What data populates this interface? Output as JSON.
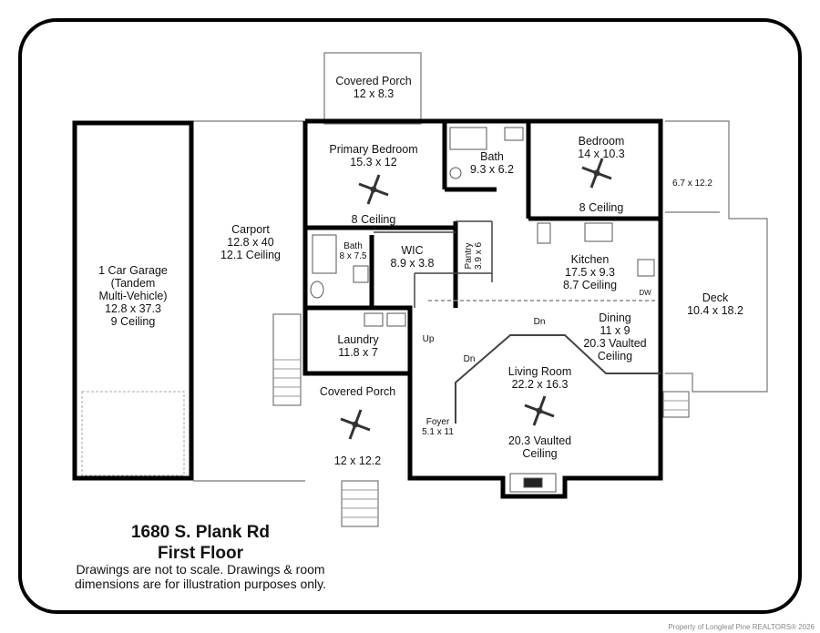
{
  "rooms": {
    "covered_porch_top": {
      "name": "Covered Porch",
      "dims": "12 x 8.3"
    },
    "primary_bedroom": {
      "name": "Primary Bedroom",
      "dims": "15.3 x 12",
      "ceiling": "8 Ceiling"
    },
    "bath_top": {
      "name": "Bath",
      "dims": "9.3 x 6.2"
    },
    "bedroom": {
      "name": "Bedroom",
      "dims": "14 x 10.3",
      "ceiling": "8 Ceiling"
    },
    "small_deck": {
      "dims": "6.7 x 12.2"
    },
    "carport": {
      "name": "Carport",
      "dims": "12.8 x 40",
      "ceiling": "12.1 Ceiling"
    },
    "garage": {
      "line1": "1 Car Garage",
      "line2": "(Tandem",
      "line3": "Multi-Vehicle)",
      "dims": "12.8 x 37.3",
      "ceiling": "9 Ceiling"
    },
    "bath_small": {
      "name": "Bath",
      "dims": "8 x 7.5"
    },
    "wic": {
      "name": "WIC",
      "dims": "8.9 x 3.8"
    },
    "pantry": {
      "name": "Pantry",
      "dims": "3.9 x 6"
    },
    "kitchen": {
      "name": "Kitchen",
      "dims": "17.5 x 9.3",
      "ceiling": "8.7 Ceiling",
      "appliance": "DW"
    },
    "deck": {
      "name": "Deck",
      "dims": "10.4 x 18.2"
    },
    "laundry": {
      "name": "Laundry",
      "dims": "11.8 x 7"
    },
    "dining": {
      "name": "Dining",
      "dims": "11 x 9",
      "ceiling1": "20.3 Vaulted",
      "ceiling2": "Ceiling"
    },
    "living_room": {
      "name": "Living Room",
      "dims": "22.2 x 16.3",
      "ceiling1": "20.3 Vaulted",
      "ceiling2": "Ceiling"
    },
    "covered_porch_front": {
      "name": "Covered Porch",
      "dims": "12 x 12.2"
    },
    "foyer": {
      "name": "Foyer",
      "dims": "5.1 x 11"
    }
  },
  "stairs": {
    "up": "Up",
    "down1": "Dn",
    "down2": "Dn"
  },
  "info": {
    "address": "1680 S. Plank Rd",
    "floor": "First Floor",
    "note1": "Drawings are not to scale. Drawings & room",
    "note2": "dimensions are for illustration purposes only.",
    "credit": "Property of Longleaf Pine REALTORS® 2026"
  }
}
